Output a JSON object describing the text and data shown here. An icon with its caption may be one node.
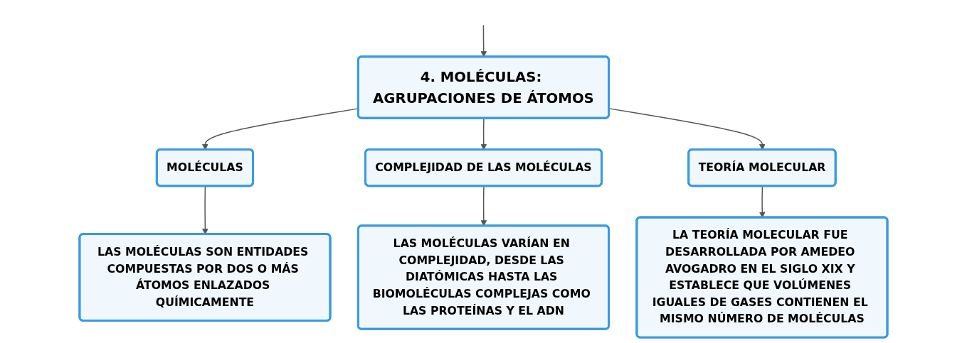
{
  "diagram": {
    "nodes": [
      {
        "text": [
          "4. MOLÉCULAS: AGRUPACIONES DE ÁTOMOS"
        ]
      },
      {
        "text": [
          "MOLÉCULAS"
        ]
      },
      {
        "text": [
          "COMPLEJIDAD DE LAS MOLÉCULAS"
        ]
      },
      {
        "text": [
          "TEORÍA MOLECULAR"
        ]
      },
      {
        "text": [
          "LAS MOLÉCULAS SON ENTIDADES COMPUESTAS POR DOS O MÁS ÁTOMOS ENLAZADOS QUÍMICAMENTE"
        ]
      },
      {
        "text": [
          "LAS MOLÉCULAS VARÍAN EN COMPLEJIDAD, DESDE LAS DIATÓMICAS HASTA LAS BIOMOLÉCULAS COMPLEJAS COMO LAS PROTEÍNAS Y EL ADN"
        ]
      },
      {
        "text": [
          "LA TEORÍA MOLECULAR FUE DESARROLLADA POR AMEDEO AVOGADRO EN EL SIGLO XIX Y ESTABLECE QUE VOLÚMENES IGUALES DE GASES CONTIENEN EL MISMO NÚMERO DE MOLÉCULAS"
        ]
      }
    ],
    "edges": [
      {
        "from": null,
        "to": 0,
        "arrow": "to"
      },
      {
        "from": 0,
        "to": 1,
        "arrow": "to"
      },
      {
        "from": 0,
        "to": 2,
        "arrow": "to"
      },
      {
        "from": 0,
        "to": 3,
        "arrow": "to"
      },
      {
        "from": 1,
        "to": 4,
        "arrow": "to"
      },
      {
        "from": 2,
        "to": 5,
        "arrow": "to"
      },
      {
        "from": 3,
        "to": 6,
        "arrow": "to"
      }
    ]
  }
}
